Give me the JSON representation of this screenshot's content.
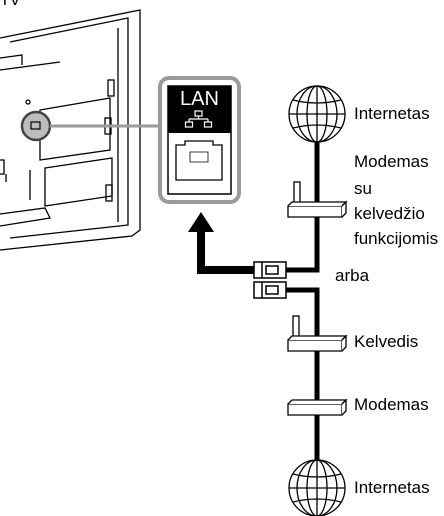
{
  "tv_label": "TV",
  "port_label": "LAN",
  "option_separator": "arba",
  "option_router_modem": {
    "internet_label": "Internetas",
    "device_label_lines": [
      "Modemas",
      "su",
      "kelvedžio",
      "funkcijomis"
    ]
  },
  "option_separate": {
    "router_label": "Kelvedis",
    "modem_label": "Modemas",
    "internet_label": "Internetas"
  }
}
